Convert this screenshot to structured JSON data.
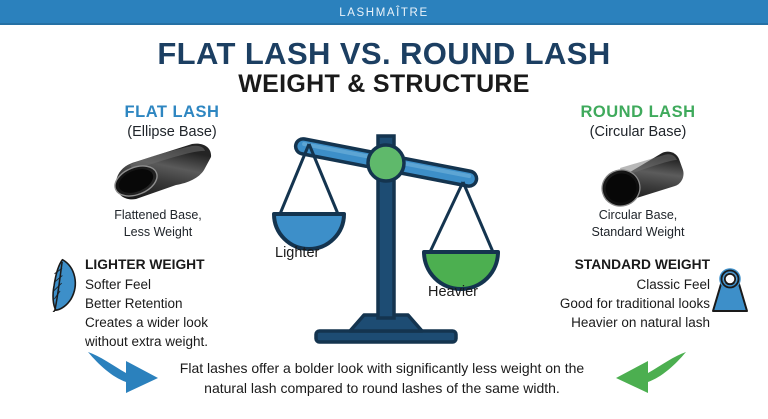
{
  "brand": {
    "logo_text": "LASHMAÎTRE",
    "band_color": "#2b81bd"
  },
  "title": {
    "main": "FLAT LASH VS. ROUND LASH",
    "sub": "WEIGHT & STRUCTURE",
    "main_color": "#1c3f62",
    "sub_color": "#1a1a1a"
  },
  "flat": {
    "heading": "FLAT LASH",
    "subheading": "(Ellipse Base)",
    "heading_color": "#2e86c1",
    "shape_caption_line1": "Flattened Base,",
    "shape_caption_line2": "Less Weight",
    "benefit_title": "LIGHTER WEIGHT",
    "benefit_lines": [
      "Softer Feel",
      "Better Retention",
      "Creates a wider look",
      "without extra weight."
    ],
    "icon": "feather-icon",
    "icon_color": "#2e86c1"
  },
  "round": {
    "heading": "ROUND LASH",
    "subheading": "(Circular Base)",
    "heading_color": "#3faa5c",
    "shape_caption_line1": "Circular Base,",
    "shape_caption_line2": "Standard Weight",
    "benefit_title": "STANDARD WEIGHT",
    "benefit_lines": [
      "Classic Feel",
      "Good for traditional looks",
      "Heavier on natural lash"
    ],
    "icon": "weight-icon",
    "icon_color": "#2b81bd"
  },
  "scale": {
    "left_pan_label": "Lighter",
    "right_pan_label": "Heavier",
    "left_pan_color": "#2b81bd",
    "right_pan_color": "#4caf50",
    "frame_color": "#14344f",
    "pivot_color": "#5fb96b"
  },
  "footer": {
    "line1": "Flat lashes offer a bolder look with significantly less weight on the",
    "line2": "natural lash compared to round lashes of the same width.",
    "arrow_left_color": "#2b81bd",
    "arrow_right_color": "#4caf50"
  }
}
